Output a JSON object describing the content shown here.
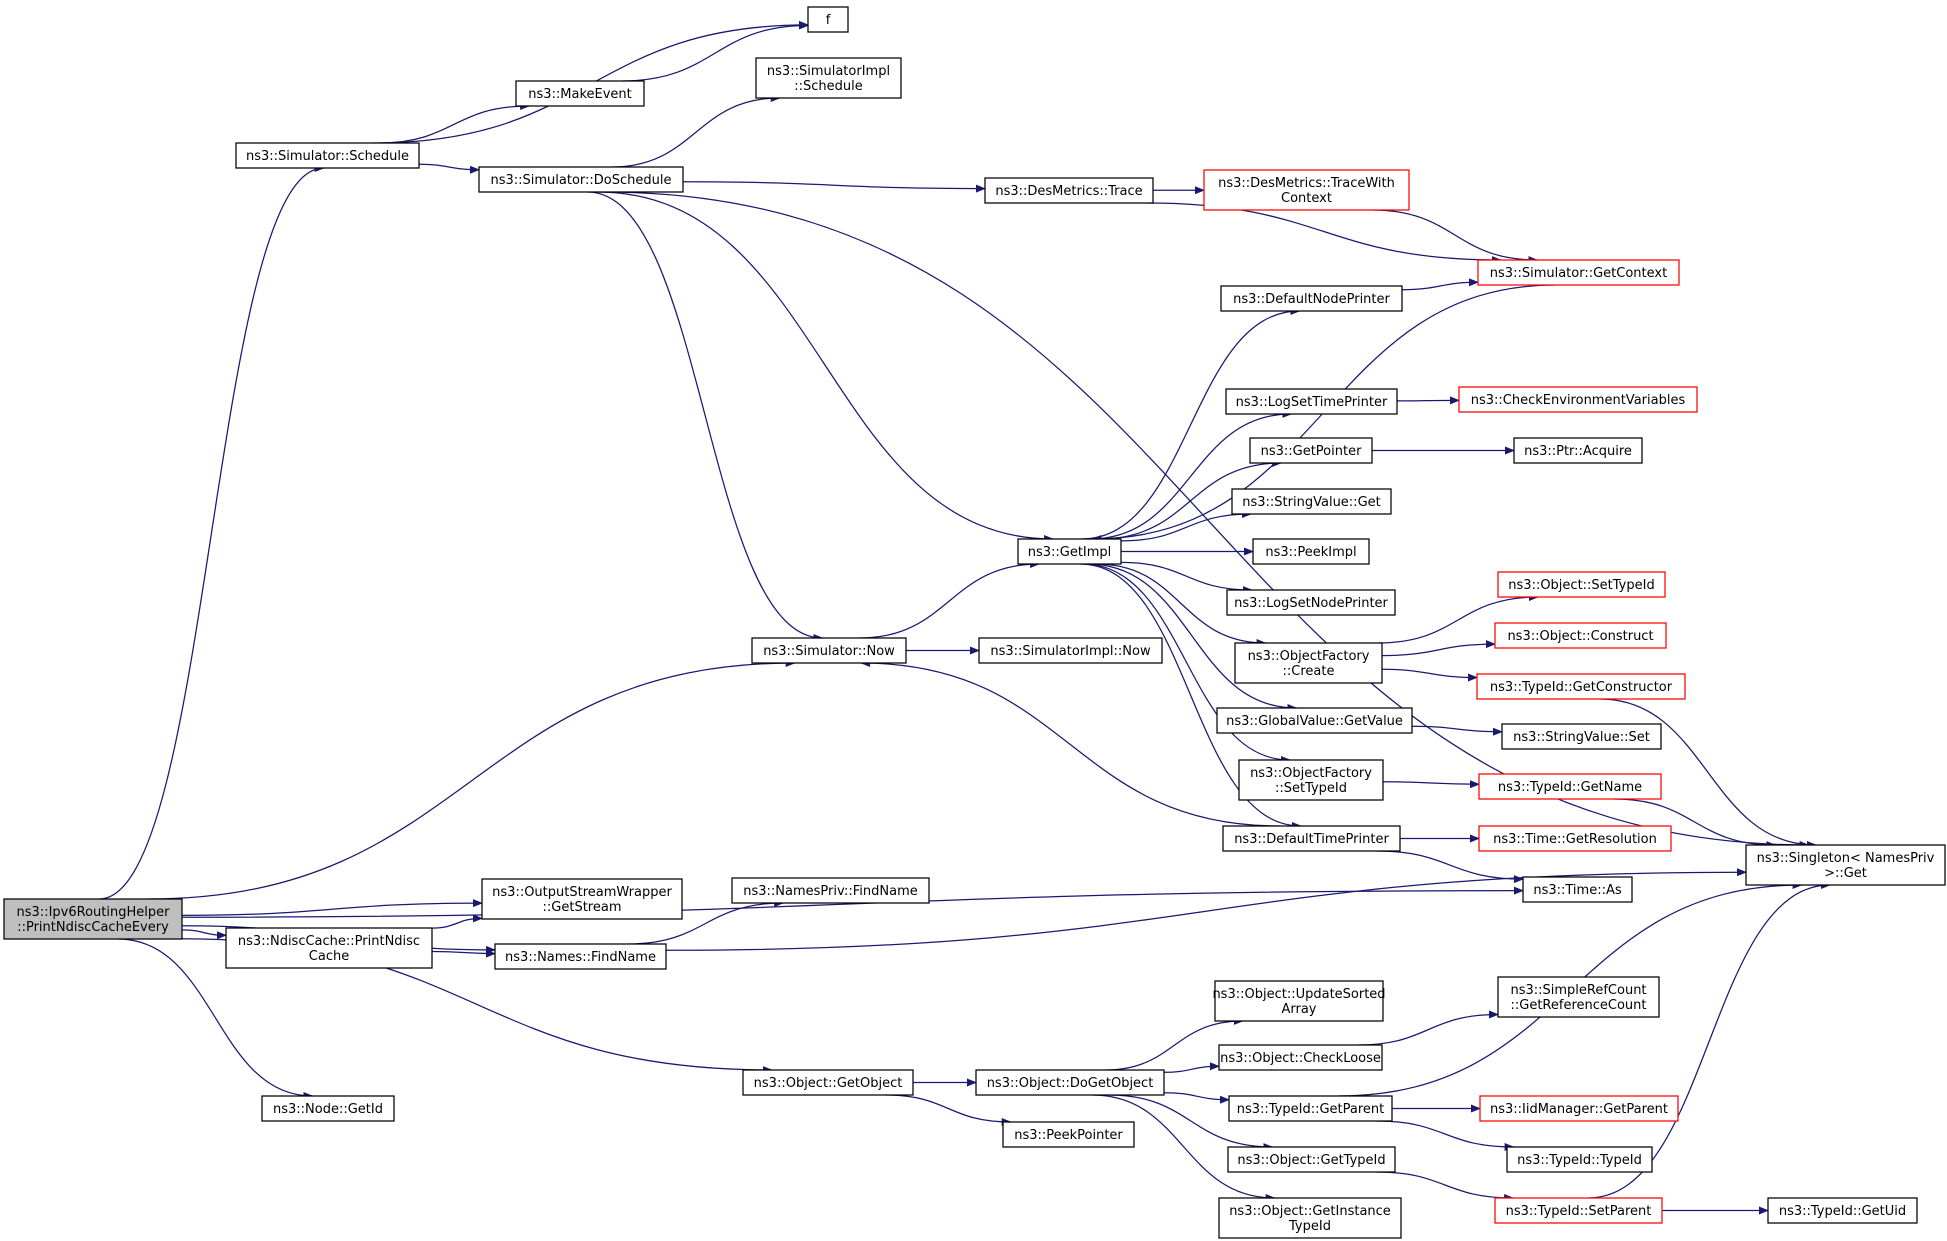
{
  "title": "",
  "colors": {
    "edge": "#191970",
    "normal_border": "#000000",
    "incomplete_border": "#ff0000",
    "root_fill": "#bfbfbf",
    "node_fill": "#ffffff"
  },
  "nodes": [
    {
      "id": "root",
      "lines": [
        "ns3::Ipv6RoutingHelper",
        "::PrintNdiscCacheEvery"
      ],
      "kind": "root"
    },
    {
      "id": "simulator-schedule",
      "lines": [
        "ns3::Simulator::Schedule"
      ],
      "kind": "normal"
    },
    {
      "id": "f",
      "lines": [
        "f"
      ],
      "kind": "normal"
    },
    {
      "id": "make-event",
      "lines": [
        "ns3::MakeEvent"
      ],
      "kind": "normal"
    },
    {
      "id": "simulatorimpl-schedule",
      "lines": [
        "ns3::SimulatorImpl",
        "::Schedule"
      ],
      "kind": "normal"
    },
    {
      "id": "simulator-doschedule",
      "lines": [
        "ns3::Simulator::DoSchedule"
      ],
      "kind": "normal"
    },
    {
      "id": "desmetrics-trace",
      "lines": [
        "ns3::DesMetrics::Trace"
      ],
      "kind": "normal"
    },
    {
      "id": "desmetrics-tracewithcontext",
      "lines": [
        "ns3::DesMetrics::TraceWith",
        "Context"
      ],
      "kind": "incomplete"
    },
    {
      "id": "simulator-getcontext",
      "lines": [
        "ns3::Simulator::GetContext"
      ],
      "kind": "incomplete"
    },
    {
      "id": "default-node-printer",
      "lines": [
        "ns3::DefaultNodePrinter"
      ],
      "kind": "normal"
    },
    {
      "id": "log-set-time-printer",
      "lines": [
        "ns3::LogSetTimePrinter"
      ],
      "kind": "normal"
    },
    {
      "id": "check-env-vars",
      "lines": [
        "ns3::CheckEnvironmentVariables"
      ],
      "kind": "incomplete"
    },
    {
      "id": "get-pointer",
      "lines": [
        "ns3::GetPointer"
      ],
      "kind": "normal"
    },
    {
      "id": "ptr-acquire",
      "lines": [
        "ns3::Ptr::Acquire"
      ],
      "kind": "normal"
    },
    {
      "id": "stringvalue-get",
      "lines": [
        "ns3::StringValue::Get"
      ],
      "kind": "normal"
    },
    {
      "id": "get-impl",
      "lines": [
        "ns3::GetImpl"
      ],
      "kind": "normal"
    },
    {
      "id": "peek-impl",
      "lines": [
        "ns3::PeekImpl"
      ],
      "kind": "normal"
    },
    {
      "id": "log-set-node-printer",
      "lines": [
        "ns3::LogSetNodePrinter"
      ],
      "kind": "normal"
    },
    {
      "id": "object-settypeid",
      "lines": [
        "ns3::Object::SetTypeId"
      ],
      "kind": "incomplete"
    },
    {
      "id": "object-construct",
      "lines": [
        "ns3::Object::Construct"
      ],
      "kind": "incomplete"
    },
    {
      "id": "objectfactory-create",
      "lines": [
        "ns3::ObjectFactory",
        "::Create"
      ],
      "kind": "normal"
    },
    {
      "id": "typeid-getconstructor",
      "lines": [
        "ns3::TypeId::GetConstructor"
      ],
      "kind": "incomplete"
    },
    {
      "id": "simulator-now",
      "lines": [
        "ns3::Simulator::Now"
      ],
      "kind": "normal"
    },
    {
      "id": "simulatorimpl-now",
      "lines": [
        "ns3::SimulatorImpl::Now"
      ],
      "kind": "normal"
    },
    {
      "id": "globalvalue-getvalue",
      "lines": [
        "ns3::GlobalValue::GetValue"
      ],
      "kind": "normal"
    },
    {
      "id": "stringvalue-set",
      "lines": [
        "ns3::StringValue::Set"
      ],
      "kind": "normal"
    },
    {
      "id": "objectfactory-settypeid",
      "lines": [
        "ns3::ObjectFactory",
        "::SetTypeId"
      ],
      "kind": "normal"
    },
    {
      "id": "typeid-getname",
      "lines": [
        "ns3::TypeId::GetName"
      ],
      "kind": "incomplete"
    },
    {
      "id": "default-time-printer",
      "lines": [
        "ns3::DefaultTimePrinter"
      ],
      "kind": "normal"
    },
    {
      "id": "time-getresolution",
      "lines": [
        "ns3::Time::GetResolution"
      ],
      "kind": "incomplete"
    },
    {
      "id": "singleton-get",
      "lines": [
        "ns3::Singleton< NamesPriv",
        ">::Get"
      ],
      "kind": "normal"
    },
    {
      "id": "time-as",
      "lines": [
        "ns3::Time::As"
      ],
      "kind": "normal"
    },
    {
      "id": "outputstreamwrapper-getstream",
      "lines": [
        "ns3::OutputStreamWrapper",
        "::GetStream"
      ],
      "kind": "normal"
    },
    {
      "id": "namespriv-findname",
      "lines": [
        "ns3::NamesPriv::FindName"
      ],
      "kind": "normal"
    },
    {
      "id": "ndisccache-printndisccache",
      "lines": [
        "ns3::NdiscCache::PrintNdisc",
        "Cache"
      ],
      "kind": "normal"
    },
    {
      "id": "names-findname",
      "lines": [
        "ns3::Names::FindName"
      ],
      "kind": "normal"
    },
    {
      "id": "object-updatesortedarray",
      "lines": [
        "ns3::Object::UpdateSorted",
        "Array"
      ],
      "kind": "normal"
    },
    {
      "id": "simplerefcount-getreferencecount",
      "lines": [
        "ns3::SimpleRefCount",
        "::GetReferenceCount"
      ],
      "kind": "normal"
    },
    {
      "id": "object-checkloose",
      "lines": [
        "ns3::Object::CheckLoose"
      ],
      "kind": "normal"
    },
    {
      "id": "object-getobject",
      "lines": [
        "ns3::Object::GetObject"
      ],
      "kind": "normal"
    },
    {
      "id": "object-dogetobject",
      "lines": [
        "ns3::Object::DoGetObject"
      ],
      "kind": "normal"
    },
    {
      "id": "typeid-getparent",
      "lines": [
        "ns3::TypeId::GetParent"
      ],
      "kind": "normal"
    },
    {
      "id": "iidmanager-getparent",
      "lines": [
        "ns3::IidManager::GetParent"
      ],
      "kind": "incomplete"
    },
    {
      "id": "node-getid",
      "lines": [
        "ns3::Node::GetId"
      ],
      "kind": "normal"
    },
    {
      "id": "peek-pointer",
      "lines": [
        "ns3::PeekPointer"
      ],
      "kind": "normal"
    },
    {
      "id": "typeid-typeid",
      "lines": [
        "ns3::TypeId::TypeId"
      ],
      "kind": "normal"
    },
    {
      "id": "object-gettypeid",
      "lines": [
        "ns3::Object::GetTypeId"
      ],
      "kind": "normal"
    },
    {
      "id": "typeid-setparent",
      "lines": [
        "ns3::TypeId::SetParent"
      ],
      "kind": "incomplete"
    },
    {
      "id": "typeid-getuid",
      "lines": [
        "ns3::TypeId::GetUid"
      ],
      "kind": "normal"
    },
    {
      "id": "object-getinstancetypeid",
      "lines": [
        "ns3::Object::GetInstance",
        "TypeId"
      ],
      "kind": "normal"
    }
  ],
  "edges": [
    [
      "root",
      "simulator-schedule"
    ],
    [
      "root",
      "simulator-now"
    ],
    [
      "root",
      "time-as"
    ],
    [
      "root",
      "outputstreamwrapper-getstream"
    ],
    [
      "root",
      "ndisccache-printndisccache"
    ],
    [
      "root",
      "names-findname"
    ],
    [
      "root",
      "object-getobject"
    ],
    [
      "root",
      "node-getid"
    ],
    [
      "simulator-schedule",
      "f"
    ],
    [
      "simulator-schedule",
      "make-event"
    ],
    [
      "simulator-schedule",
      "simulator-doschedule"
    ],
    [
      "make-event",
      "f"
    ],
    [
      "simulator-doschedule",
      "simulatorimpl-schedule"
    ],
    [
      "simulator-doschedule",
      "singleton-get"
    ],
    [
      "simulator-doschedule",
      "desmetrics-trace"
    ],
    [
      "simulator-doschedule",
      "get-impl"
    ],
    [
      "simulator-doschedule",
      "simulator-now"
    ],
    [
      "desmetrics-trace",
      "desmetrics-tracewithcontext"
    ],
    [
      "desmetrics-trace",
      "simulator-getcontext"
    ],
    [
      "desmetrics-tracewithcontext",
      "simulator-getcontext"
    ],
    [
      "default-node-printer",
      "simulator-getcontext"
    ],
    [
      "simulator-getcontext",
      "get-impl"
    ],
    [
      "get-impl",
      "default-node-printer"
    ],
    [
      "get-impl",
      "log-set-time-printer"
    ],
    [
      "get-impl",
      "get-pointer"
    ],
    [
      "get-impl",
      "stringvalue-get"
    ],
    [
      "get-impl",
      "peek-impl"
    ],
    [
      "get-impl",
      "log-set-node-printer"
    ],
    [
      "get-impl",
      "objectfactory-create"
    ],
    [
      "get-impl",
      "globalvalue-getvalue"
    ],
    [
      "get-impl",
      "objectfactory-settypeid"
    ],
    [
      "get-impl",
      "default-time-printer"
    ],
    [
      "log-set-time-printer",
      "check-env-vars"
    ],
    [
      "get-pointer",
      "ptr-acquire"
    ],
    [
      "objectfactory-create",
      "object-settypeid"
    ],
    [
      "objectfactory-create",
      "object-construct"
    ],
    [
      "objectfactory-create",
      "typeid-getconstructor"
    ],
    [
      "typeid-getconstructor",
      "singleton-get"
    ],
    [
      "globalvalue-getvalue",
      "stringvalue-set"
    ],
    [
      "objectfactory-settypeid",
      "typeid-getname"
    ],
    [
      "typeid-getname",
      "singleton-get"
    ],
    [
      "simulator-now",
      "get-impl"
    ],
    [
      "simulator-now",
      "simulatorimpl-now"
    ],
    [
      "default-time-printer",
      "simulator-now"
    ],
    [
      "default-time-printer",
      "time-getresolution"
    ],
    [
      "default-time-printer",
      "time-as"
    ],
    [
      "ndisccache-printndisccache",
      "outputstreamwrapper-getstream"
    ],
    [
      "ndisccache-printndisccache",
      "names-findname"
    ],
    [
      "names-findname",
      "namespriv-findname"
    ],
    [
      "names-findname",
      "singleton-get"
    ],
    [
      "object-getobject",
      "object-dogetobject"
    ],
    [
      "object-getobject",
      "peek-pointer"
    ],
    [
      "object-dogetobject",
      "object-updatesortedarray"
    ],
    [
      "object-dogetobject",
      "object-checkloose"
    ],
    [
      "object-dogetobject",
      "typeid-getparent"
    ],
    [
      "object-dogetobject",
      "object-gettypeid"
    ],
    [
      "object-dogetobject",
      "object-getinstancetypeid"
    ],
    [
      "object-checkloose",
      "simplerefcount-getreferencecount"
    ],
    [
      "typeid-getparent",
      "singleton-get"
    ],
    [
      "typeid-getparent",
      "iidmanager-getparent"
    ],
    [
      "typeid-getparent",
      "typeid-typeid"
    ],
    [
      "object-gettypeid",
      "typeid-setparent"
    ],
    [
      "typeid-setparent",
      "singleton-get"
    ],
    [
      "typeid-setparent",
      "typeid-getuid"
    ]
  ]
}
